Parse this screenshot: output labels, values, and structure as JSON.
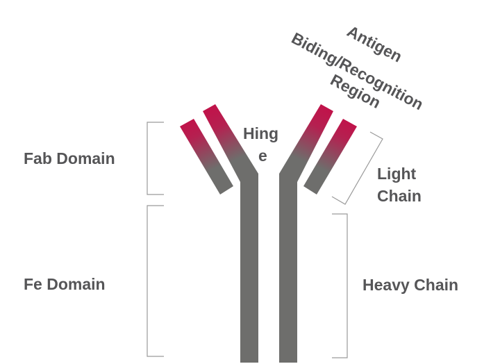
{
  "labels": {
    "antigen_line1": "Antigen",
    "antigen_line2": "Biding/Recognition",
    "antigen_line3": "Region",
    "hinge_line1": "Hing",
    "hinge_line2": "e",
    "fab_domain": "Fab Domain",
    "fe_domain": "Fe Domain",
    "light_chain_line1": "Light",
    "light_chain_line2": "Chain",
    "heavy_chain": "Heavy Chain"
  },
  "colors": {
    "chain_gray": "#6e6e6c",
    "variable_red": "#c0134a",
    "text": "#555557",
    "bracket": "#9a9a9a"
  }
}
